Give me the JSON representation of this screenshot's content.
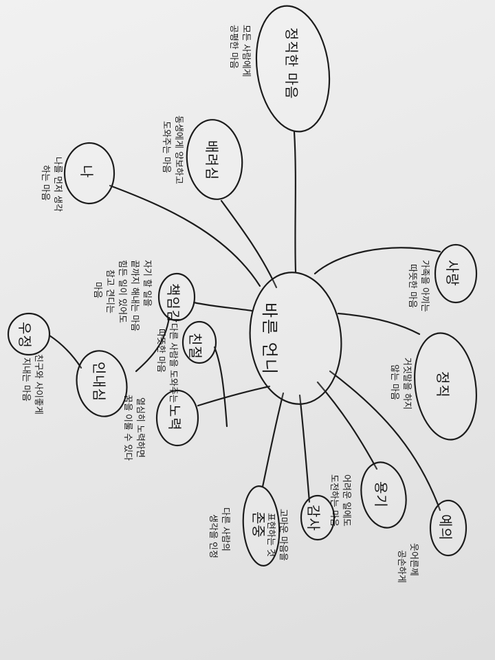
{
  "mindmap": {
    "center": "바른 언니",
    "branches": [
      {
        "id": "heart",
        "word": "정직한 마음",
        "notes": [
          "모든 사람에게",
          "공평한 마음"
        ]
      },
      {
        "id": "sibling",
        "word": "배려심",
        "notes": [
          "동생에게 양보하고",
          "도와주는 마음"
        ]
      },
      {
        "id": "me",
        "word": "나",
        "notes": [
          "나를 먼저 생각",
          "하는 마음"
        ]
      },
      {
        "id": "duty",
        "word": "책임감",
        "notes": [
          "자기 할 일을",
          "끝까지 해내는 마음"
        ]
      },
      {
        "id": "friend",
        "word": "우정",
        "notes": [
          "친구와 사이좋게",
          "지내는 마음"
        ]
      },
      {
        "id": "kindness",
        "word": "친절",
        "notes": [
          "다른 사람을 도와주는",
          "따뜻한 마음"
        ]
      },
      {
        "id": "patience",
        "word": "인내심",
        "notes": [
          "힘든 일이 있어도",
          "참고 견디는",
          "마음"
        ]
      },
      {
        "id": "effort",
        "word": "노력",
        "notes": [
          "열심히 노력하면",
          "꿈을 이룰 수 있다"
        ]
      },
      {
        "id": "thanks",
        "word": "감사",
        "notes": [
          "고마운 마음을",
          "표현하는 것"
        ]
      },
      {
        "id": "respect",
        "word": "존중",
        "notes": [
          "다른 사람의",
          "생각을 인정"
        ]
      },
      {
        "id": "courage",
        "word": "용기",
        "notes": [
          "어려운 일에도",
          "도전하는 마음"
        ]
      },
      {
        "id": "manner",
        "word": "예의",
        "notes": [
          "웃어른께",
          "공손하게"
        ]
      },
      {
        "id": "honest",
        "word": "정직",
        "notes": [
          "거짓말을 하지",
          "않는 마음"
        ]
      },
      {
        "id": "love",
        "word": "사랑",
        "notes": [
          "가족을 아끼는",
          "따뜻한 마음"
        ]
      }
    ]
  }
}
